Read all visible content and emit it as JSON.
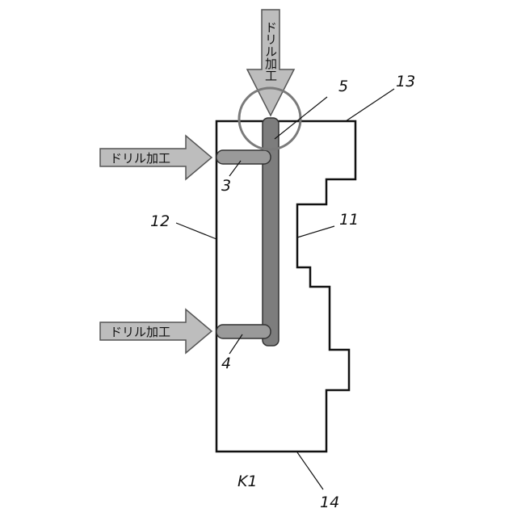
{
  "arrows": {
    "top_label": "ドリル加工",
    "upper_label": "ドリル加工",
    "lower_label": "ドリル加工"
  },
  "reference_numerals": {
    "n3": "3",
    "n4": "4",
    "n5": "5",
    "n11": "11",
    "n12": "12",
    "n13": "13",
    "n14": "14",
    "k1": "K1"
  },
  "colors": {
    "arrow_fill": "#bdbdbd",
    "bore_fill": "#9a9a9a",
    "vertical_bore_fill": "#7d7d7d",
    "outline": "#111111",
    "circle": "#7a7a7a"
  }
}
